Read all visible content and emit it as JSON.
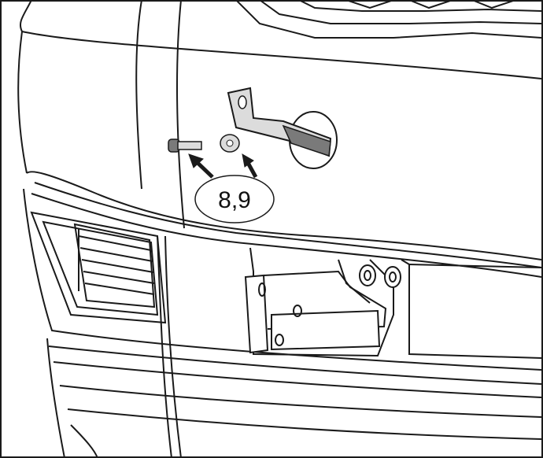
{
  "callout": {
    "label": "8,9"
  },
  "parts": [
    {
      "name": "bolt",
      "icon": "bolt-icon"
    },
    {
      "name": "washer",
      "icon": "washer-icon"
    },
    {
      "name": "mounting-bracket",
      "icon": "bracket-icon"
    },
    {
      "name": "hitch-bracket",
      "icon": "hitch-bracket-icon"
    },
    {
      "name": "nuts",
      "icon": "nut-icon"
    }
  ],
  "colors": {
    "line": "#1a1a1a",
    "background": "#ffffff",
    "shade": "#7a7a7a"
  }
}
